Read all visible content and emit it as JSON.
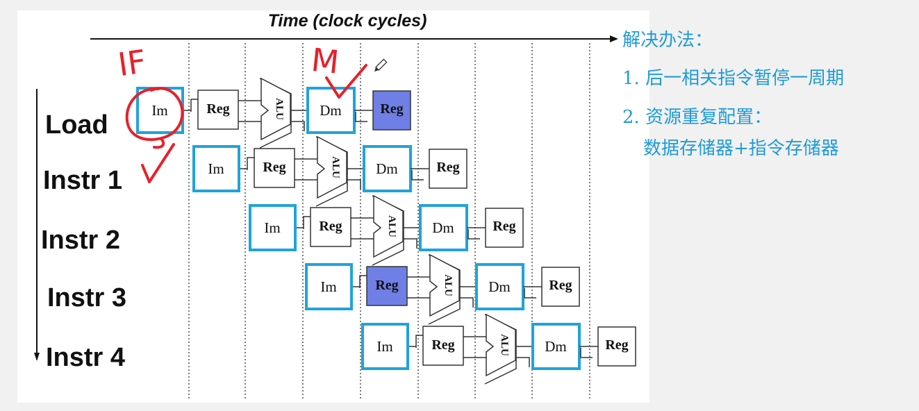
{
  "diagram": {
    "title": "Time (clock cycles)",
    "instructions": [
      "Load",
      "Instr 1",
      "Instr 2",
      "Instr 3",
      "Instr 4"
    ],
    "stages": {
      "im": "Im",
      "reg": "Reg",
      "alu": "ALU",
      "dm": "Dm",
      "wb": "Reg"
    },
    "highlighted_stages": [
      {
        "instruction": "Load",
        "stage": "wb"
      },
      {
        "instruction": "Instr 3",
        "stage": "reg"
      }
    ],
    "colors": {
      "memory_border": "#1fa3dc",
      "highlight_fill": "#6f7fe6",
      "highlight_text": "#1b2a8a",
      "annotation": "#e8202a",
      "note_text": "#1f9bd7"
    }
  },
  "annotations": {
    "if_mark": "IF",
    "mem_mark": "M"
  },
  "notes": {
    "heading": "解决办法：",
    "items": [
      "1. 后一相关指令暂停一周期",
      "2. 资源重复配置：",
      "数据存储器+指令存储器"
    ]
  }
}
